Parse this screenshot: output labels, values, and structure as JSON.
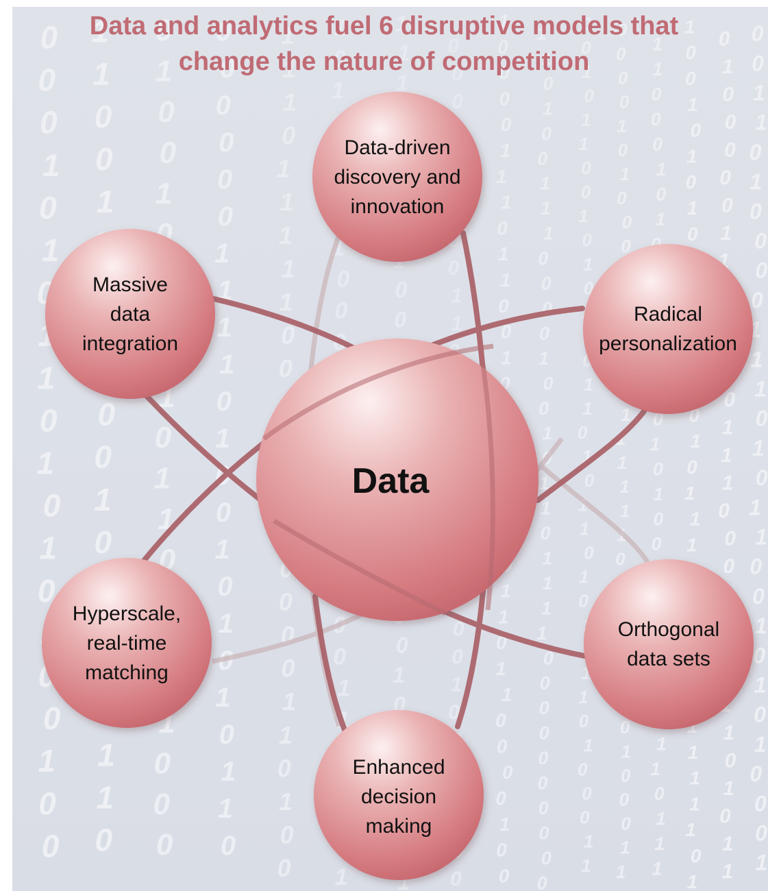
{
  "title": {
    "line1": "Data and analytics fuel 6 disruptive models that",
    "line2": "change the nature of competition"
  },
  "colors": {
    "title": "#c06b74",
    "background": "#dde0e7",
    "sphere_light": "#fbe7e7",
    "sphere_mid": "#e8a3a5",
    "sphere_dark": "#c8646c",
    "orbit": "#a95e65"
  },
  "center": {
    "label": "Data"
  },
  "nodes": [
    {
      "id": "discovery",
      "lines": [
        "Data-driven",
        "discovery and",
        "innovation"
      ]
    },
    {
      "id": "integration",
      "lines": [
        "Massive",
        "data",
        "integration"
      ]
    },
    {
      "id": "personalization",
      "lines": [
        "Radical",
        "personalization"
      ]
    },
    {
      "id": "matching",
      "lines": [
        "Hyperscale,",
        "real-time",
        "matching"
      ]
    },
    {
      "id": "orthogonal",
      "lines": [
        "Orthogonal",
        "data sets"
      ]
    },
    {
      "id": "decision",
      "lines": [
        "Enhanced",
        "decision",
        "making"
      ]
    }
  ]
}
